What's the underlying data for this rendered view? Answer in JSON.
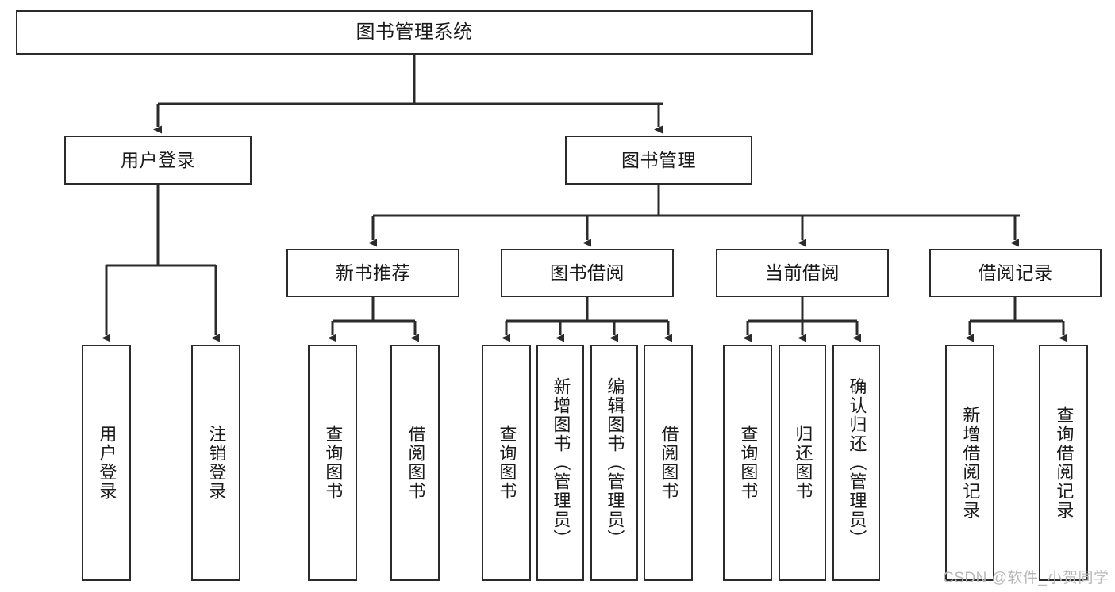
{
  "diagram": {
    "type": "tree-hierarchy-chart",
    "title": "图书管理系统",
    "orientation": "top-down",
    "line_color": "#2b2b2b",
    "box_fill": "#ffffff",
    "text_color": "#1a1a1a"
  },
  "nodes": {
    "root": {
      "label": "图书管理系统",
      "level": 1
    },
    "level2": [
      {
        "id": "user-login",
        "label": "用户登录"
      },
      {
        "id": "book-manage",
        "label": "图书管理"
      }
    ],
    "level3": [
      {
        "id": "new-book-rec",
        "label": "新书推荐"
      },
      {
        "id": "book-borrow",
        "label": "图书借阅"
      },
      {
        "id": "current-borrow",
        "label": "当前借阅"
      },
      {
        "id": "borrow-record",
        "label": "借阅记录"
      }
    ],
    "leaves": {
      "user_login": [
        {
          "id": "leaf-user-login",
          "label": "用户登录"
        },
        {
          "id": "leaf-logout-login",
          "label": "注销登录"
        }
      ],
      "new_book_rec": [
        {
          "id": "leaf-query-book-1",
          "label": "查询图书"
        },
        {
          "id": "leaf-borrow-book-1",
          "label": "借阅图书"
        }
      ],
      "book_borrow": [
        {
          "id": "leaf-query-book-2",
          "label": "查询图书"
        },
        {
          "id": "leaf-add-book",
          "label": "新增图书（管理员）"
        },
        {
          "id": "leaf-edit-book",
          "label": "编辑图书（管理员）"
        },
        {
          "id": "leaf-borrow-book-2",
          "label": "借阅图书"
        }
      ],
      "current_borrow": [
        {
          "id": "leaf-query-book-3",
          "label": "查询图书"
        },
        {
          "id": "leaf-return-book",
          "label": "归还图书"
        },
        {
          "id": "leaf-confirm-return",
          "label": "确认归还（管理员）"
        }
      ],
      "borrow_record": [
        {
          "id": "leaf-add-record",
          "label": "新增借阅记录"
        },
        {
          "id": "leaf-query-record",
          "label": "查询借阅记录"
        }
      ]
    }
  },
  "watermark": {
    "text": "CSDN @软件_小贺同学"
  }
}
